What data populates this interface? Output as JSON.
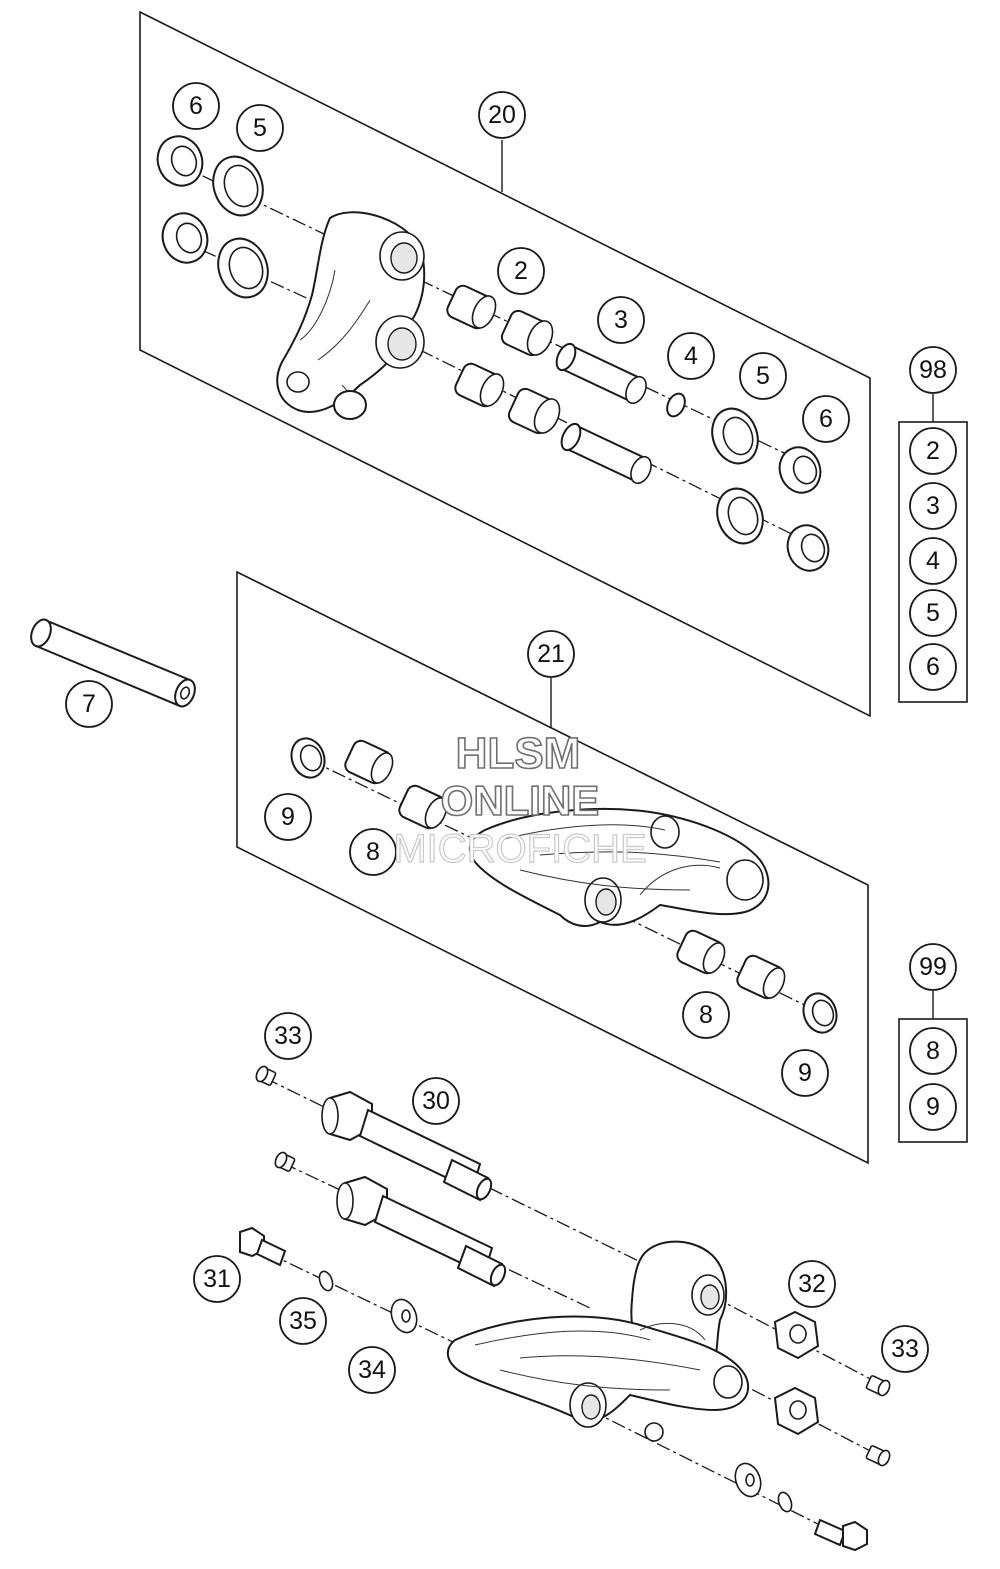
{
  "watermark": {
    "line1": "HLSM",
    "line2": "ONLINE",
    "line3": "MICROFICHE"
  },
  "callouts": {
    "c20": "20",
    "c6a": "6",
    "c5a": "5",
    "c2": "2",
    "c3": "3",
    "c4": "4",
    "c5b": "5",
    "c6b": "6",
    "c7": "7",
    "c21": "21",
    "c9a": "9",
    "c8a": "8",
    "c8b": "8",
    "c9b": "9",
    "c33a": "33",
    "c30": "30",
    "c31": "31",
    "c35": "35",
    "c34": "34",
    "c32": "32",
    "c33b": "33"
  },
  "kits": {
    "k98": {
      "label": "98",
      "items": [
        "2",
        "3",
        "4",
        "5",
        "6"
      ]
    },
    "k99": {
      "label": "99",
      "items": [
        "8",
        "9"
      ]
    }
  },
  "colors": {
    "line": "#1a1a1a",
    "background": "#ffffff",
    "watermark": "#6f6f6f"
  }
}
